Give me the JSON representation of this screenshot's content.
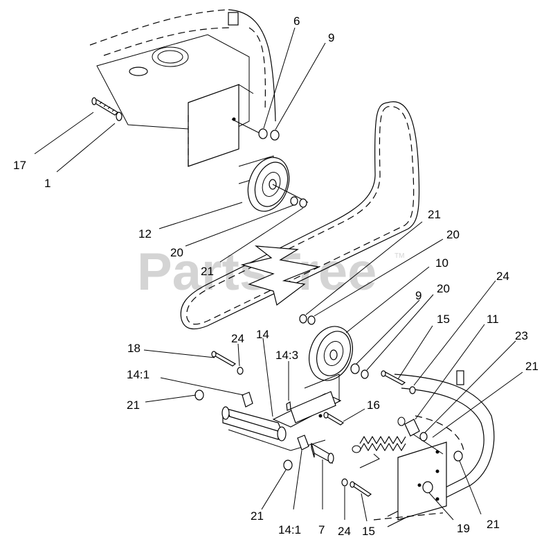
{
  "watermark": {
    "text": "PartsTree",
    "trademark": "TM"
  },
  "callouts": {
    "c17": "17",
    "c1": "1",
    "c6": "6",
    "c9_top": "9",
    "c12": "12",
    "c20_left": "20",
    "c21_left": "21",
    "c21_mid": "21",
    "c20_mid": "20",
    "c10": "10",
    "c24_right": "24",
    "c9_mid": "9",
    "c20_right": "20",
    "c15_right": "15",
    "c11": "11",
    "c23": "23",
    "c21_right": "21",
    "c18": "18",
    "c24_left": "24",
    "c14": "14",
    "c14_3": "14:3",
    "c14_1_left": "14:1",
    "c21_lower_left": "21",
    "c16": "16",
    "c21_bottom": "21",
    "c14_1_bottom": "14:1",
    "c7": "7",
    "c24_bottom": "24",
    "c15_bottom": "15",
    "c19": "19",
    "c21_bottom_right": "21"
  }
}
